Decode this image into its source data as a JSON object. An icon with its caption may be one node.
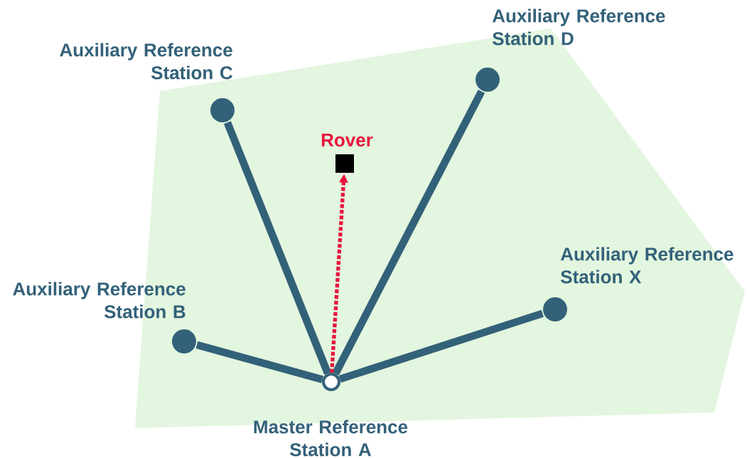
{
  "diagram": {
    "nodes": [
      {
        "text": [
          "Auxiliary Reference Station D"
        ]
      },
      {
        "text": [
          "Auxiliary Reference Station C"
        ]
      },
      {
        "text": [
          "Rover"
        ]
      },
      {
        "text": [
          "Auxiliary Reference Station X"
        ]
      },
      {
        "text": [
          "Auxiliary Reference Station B"
        ]
      },
      {
        "text": [
          "Master Reference Station A"
        ]
      }
    ],
    "edges": [
      {
        "from": 5,
        "to": 1,
        "arrow": "none"
      },
      {
        "from": 5,
        "to": 0,
        "arrow": "none"
      },
      {
        "from": 5,
        "to": 4,
        "arrow": "none"
      },
      {
        "from": 5,
        "to": 3,
        "arrow": "none"
      },
      {
        "from": 5,
        "to": 2,
        "arrow": "to",
        "style": "dashed",
        "color": "#e8143c"
      }
    ]
  }
}
